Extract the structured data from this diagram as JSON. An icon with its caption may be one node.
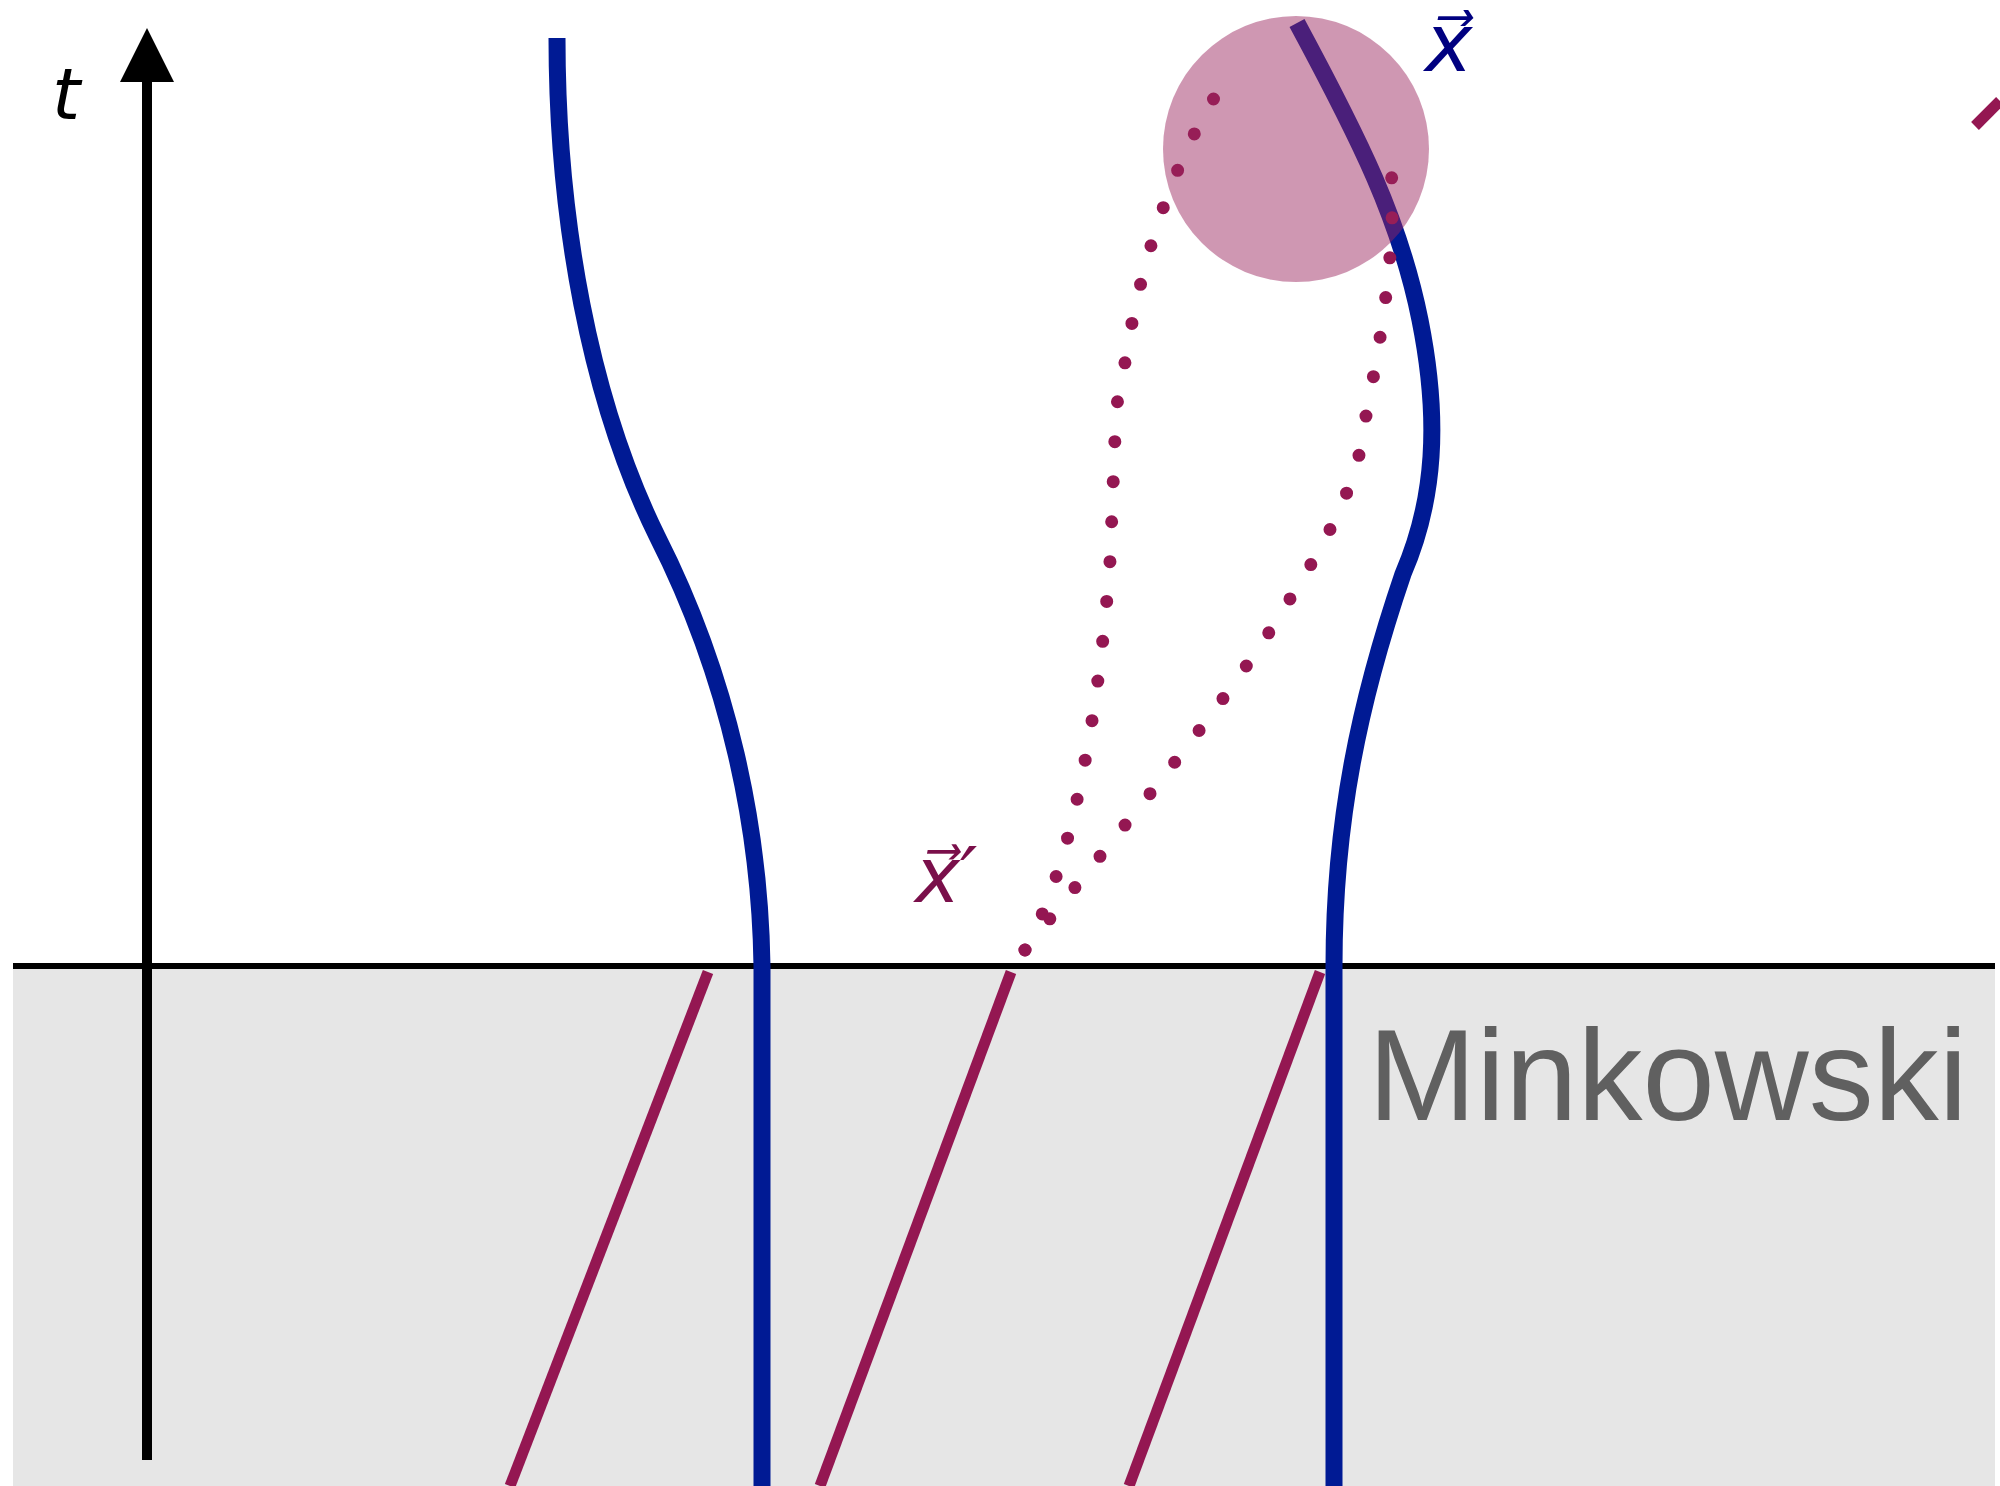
{
  "diagram": {
    "nodes": [
      {
        "text": [],
        "shape": "circle"
      }
    ],
    "labels": [
      "t",
      "x⃗",
      "x⃗′",
      "Minkowski"
    ]
  }
}
